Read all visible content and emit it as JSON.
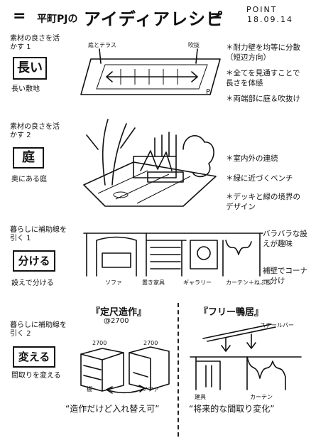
{
  "header": {
    "dash_left": "=",
    "prefix": "平町PJの",
    "title": "アイディアレシピ",
    "dash_right": "=",
    "point_label": "POINT",
    "date": "18.09.14"
  },
  "sections": [
    {
      "caption": "素材の良さを活かす 1",
      "keyword": "長い",
      "subcaption": "長い敷地",
      "labels": [
        "庭とテラス",
        "吹抜",
        "P"
      ],
      "notes": [
        "＊耐力壁を均等に分散（短辺方向）",
        "＊全てを見通すことで長さを体感",
        "＊両端部に庭＆吹抜け"
      ]
    },
    {
      "caption": "素材の良さを活かす 2",
      "keyword": "庭",
      "subcaption": "奥にある庭",
      "notes": [
        "＊室内外の連続",
        "＊緑に近づくベンチ",
        "＊デッキと緑の境界のデザイン"
      ]
    },
    {
      "caption": "暮らしに補助線を引く 1",
      "keyword": "分ける",
      "subcaption": "設えで分ける",
      "labels": [
        "ソファ",
        "置き家具",
        "ギャラリー",
        "カーテン＋ねぶ板"
      ],
      "notes": [
        "バラバラな設えが趣味",
        "補壁でコーナー分け"
      ]
    },
    {
      "caption": "暮らしに補助線を引く 2",
      "keyword": "変える",
      "subcaption": "間取りを変える",
      "fixed": {
        "title": "『定尺造作』",
        "pitch": "@2700",
        "dims": [
          "2700",
          "2700"
        ],
        "labels": [
          "棚",
          "ソファ"
        ],
        "quote": "“造作だけど入れ替え可”"
      },
      "free": {
        "title": "『フリー鴨居』",
        "labels": [
          "スチールバー",
          "建具",
          "カーテン"
        ],
        "quote": "“将来的な間取り変化”"
      }
    }
  ]
}
